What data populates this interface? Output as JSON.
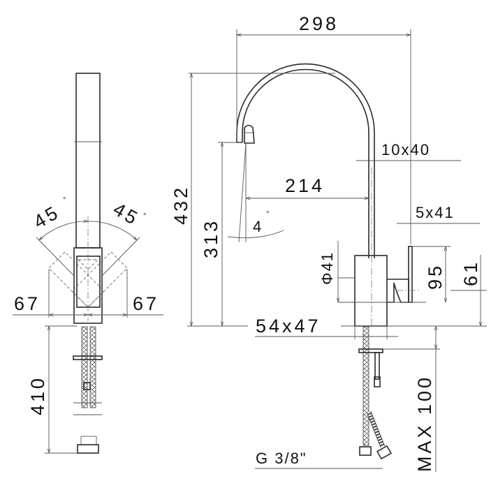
{
  "drawing": {
    "title": "Kitchen mixer tap technical drawing",
    "units": "mm",
    "views": [
      "front-view",
      "side-view"
    ]
  },
  "front_view": {
    "swivel_angle_left": "45",
    "swivel_angle_right": "45",
    "degree_symbol": "°",
    "handle_offset_left": "67",
    "handle_offset_right": "67",
    "hose_length": "410"
  },
  "side_view": {
    "spout_reach_total": "298",
    "spout_reach": "214",
    "total_height": "432",
    "outlet_height": "313",
    "outlet_angle": "4",
    "spout_tube": "10x40",
    "lever_plate": "5x41",
    "body_diameter": "Φ41",
    "lever_height": "95",
    "lever_pivot_height": "61",
    "base_size": "54x47",
    "max_deck_thickness": "MAX 100",
    "connection_thread": "G 3/8\""
  },
  "colors": {
    "line": "#2a2a2a",
    "dimension": "#555555",
    "background": "#ffffff"
  }
}
